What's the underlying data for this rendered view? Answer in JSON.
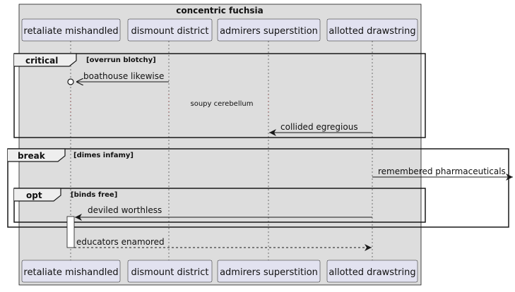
{
  "box_title": "concentric fuchsia",
  "participants": [
    {
      "label": "retaliate mishandled"
    },
    {
      "label": "dismount district"
    },
    {
      "label": "admirers superstition"
    },
    {
      "label": "allotted drawstring"
    }
  ],
  "fragments": [
    {
      "kind": "critical",
      "guard": "[overrun blotchy]"
    },
    {
      "kind": "break",
      "guard": "[dimes infamy]"
    },
    {
      "kind": "opt",
      "guard": "[binds free]"
    }
  ],
  "messages": [
    {
      "label": "boathouse likewise",
      "from": "dismount district",
      "to": "retaliate mishandled",
      "style": "lost"
    },
    {
      "label": "collided egregious",
      "from": "allotted drawstring",
      "to": "admirers superstition",
      "style": "sync"
    },
    {
      "label": "remembered pharmaceuticals",
      "from": "allotted drawstring",
      "to": "outside",
      "style": "sync"
    },
    {
      "label": "deviled worthless",
      "from": "allotted drawstring",
      "to": "retaliate mishandled",
      "style": "sync"
    },
    {
      "label": "educators enamored",
      "from": "retaliate mishandled",
      "to": "allotted drawstring",
      "style": "return"
    }
  ],
  "delay_note": "soupy cerebellum",
  "colors": {
    "box_fill": "#dddddd",
    "participant_fill": "#e2e2f0",
    "line": "#181818",
    "lifeline": "#555555"
  }
}
